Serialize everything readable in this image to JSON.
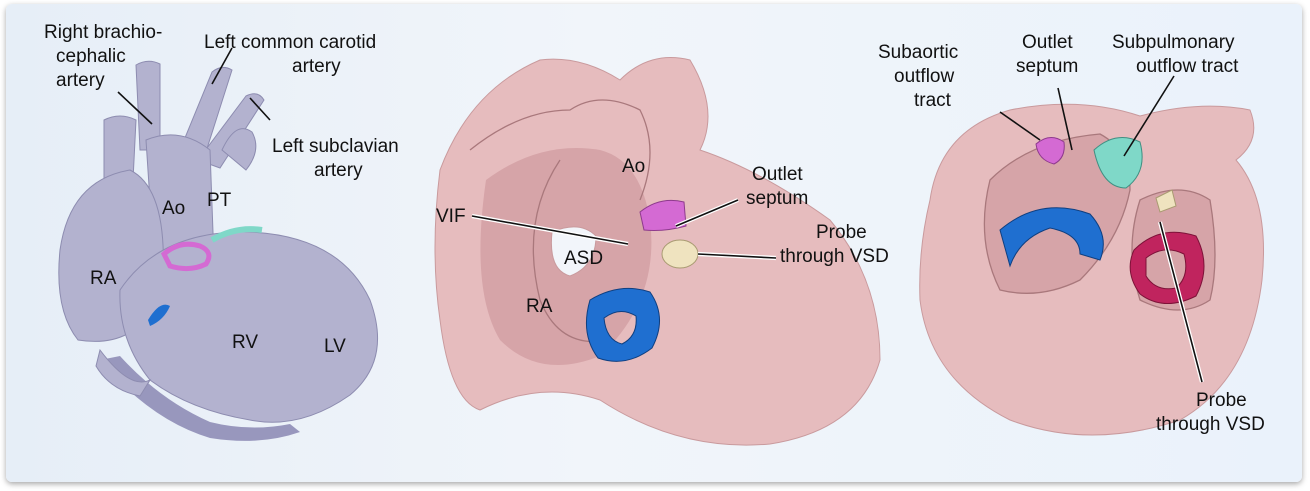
{
  "panels": [
    {
      "id": "left",
      "labels": {
        "right_brachiocephalic_l1": "Right brachio-",
        "right_brachiocephalic_l2": "cephalic",
        "right_brachiocephalic_l3": "artery",
        "left_common_carotid_l1": "Left common carotid",
        "left_common_carotid_l2": "artery",
        "left_subclavian_l1": "Left subclavian",
        "left_subclavian_l2": "artery",
        "ao": "Ao",
        "pt": "PT",
        "ra": "RA",
        "rv": "RV",
        "lv": "LV"
      }
    },
    {
      "id": "middle",
      "labels": {
        "ao": "Ao",
        "outlet_septum_l1": "Outlet",
        "outlet_septum_l2": "septum",
        "vif": "VIF",
        "asd": "ASD",
        "probe_l1": "Probe",
        "probe_l2": "through VSD",
        "ra": "RA"
      }
    },
    {
      "id": "right",
      "labels": {
        "subaortic_l1": "Subaortic",
        "subaortic_l2": "outflow",
        "subaortic_l3": "tract",
        "outlet_septum_l1": "Outlet",
        "outlet_septum_l2": "septum",
        "subpulmonary_l1": "Subpulmonary",
        "subpulmonary_l2": "outflow tract",
        "probe_l1": "Probe",
        "probe_l2": "through VSD"
      }
    }
  ],
  "colors": {
    "background": "#eaf1f8",
    "heart_lavender": "#b3b2cf",
    "heart_pink": "#e6bcbe",
    "valve_magenta": "#d46ad3",
    "valve_teal": "#7fd8c8",
    "valve_blue": "#1f6fd0",
    "valve_crimson": "#c0245e",
    "probe_cream": "#efe3bf"
  }
}
